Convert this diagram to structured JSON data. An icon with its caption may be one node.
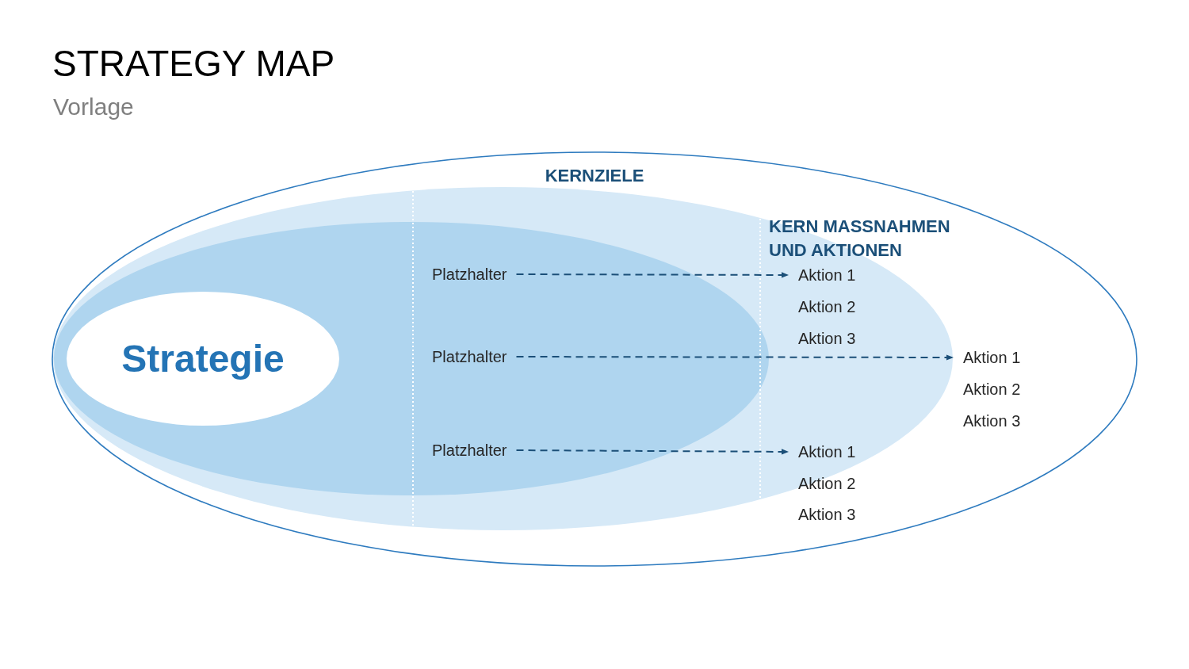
{
  "diagram": {
    "title": "STRATEGY MAP",
    "nodes": [
      {
        "text": [],
        "shape": "ellipse"
      },
      {
        "text": [],
        "shape": "ellipse",
        "in": 0
      },
      {
        "text": [],
        "shape": "ellipse",
        "in": 1
      },
      {
        "text": [
          "Strategie"
        ],
        "in": 2
      },
      {
        "text": [
          "Platzhalter"
        ],
        "in": 2
      },
      {
        "text": [
          "Platzhalter"
        ],
        "in": 2
      },
      {
        "text": [
          "Platzhalter"
        ],
        "in": 2
      },
      {
        "text": [
          "Aktion 1"
        ],
        "in": 1
      },
      {
        "text": [
          "Aktion 1"
        ],
        "in": 0
      },
      {
        "text": [
          "Aktion 1"
        ],
        "in": 1
      }
    ],
    "edges": [
      {
        "from": 4,
        "to": 7,
        "arrow": "to",
        "style": "dashed"
      },
      {
        "from": 5,
        "to": 8,
        "arrow": "to",
        "style": "dashed"
      },
      {
        "from": 6,
        "to": 9,
        "arrow": "to",
        "style": "dashed"
      }
    ],
    "labels": [
      "Vorlage",
      "KERNZIELE",
      "KERN MASSNAHMEN UND AKTIONEN",
      "Aktion 2",
      "Aktion 3",
      "Aktion 2",
      "Aktion 3",
      "Aktion 2",
      "Aktion 3"
    ]
  }
}
